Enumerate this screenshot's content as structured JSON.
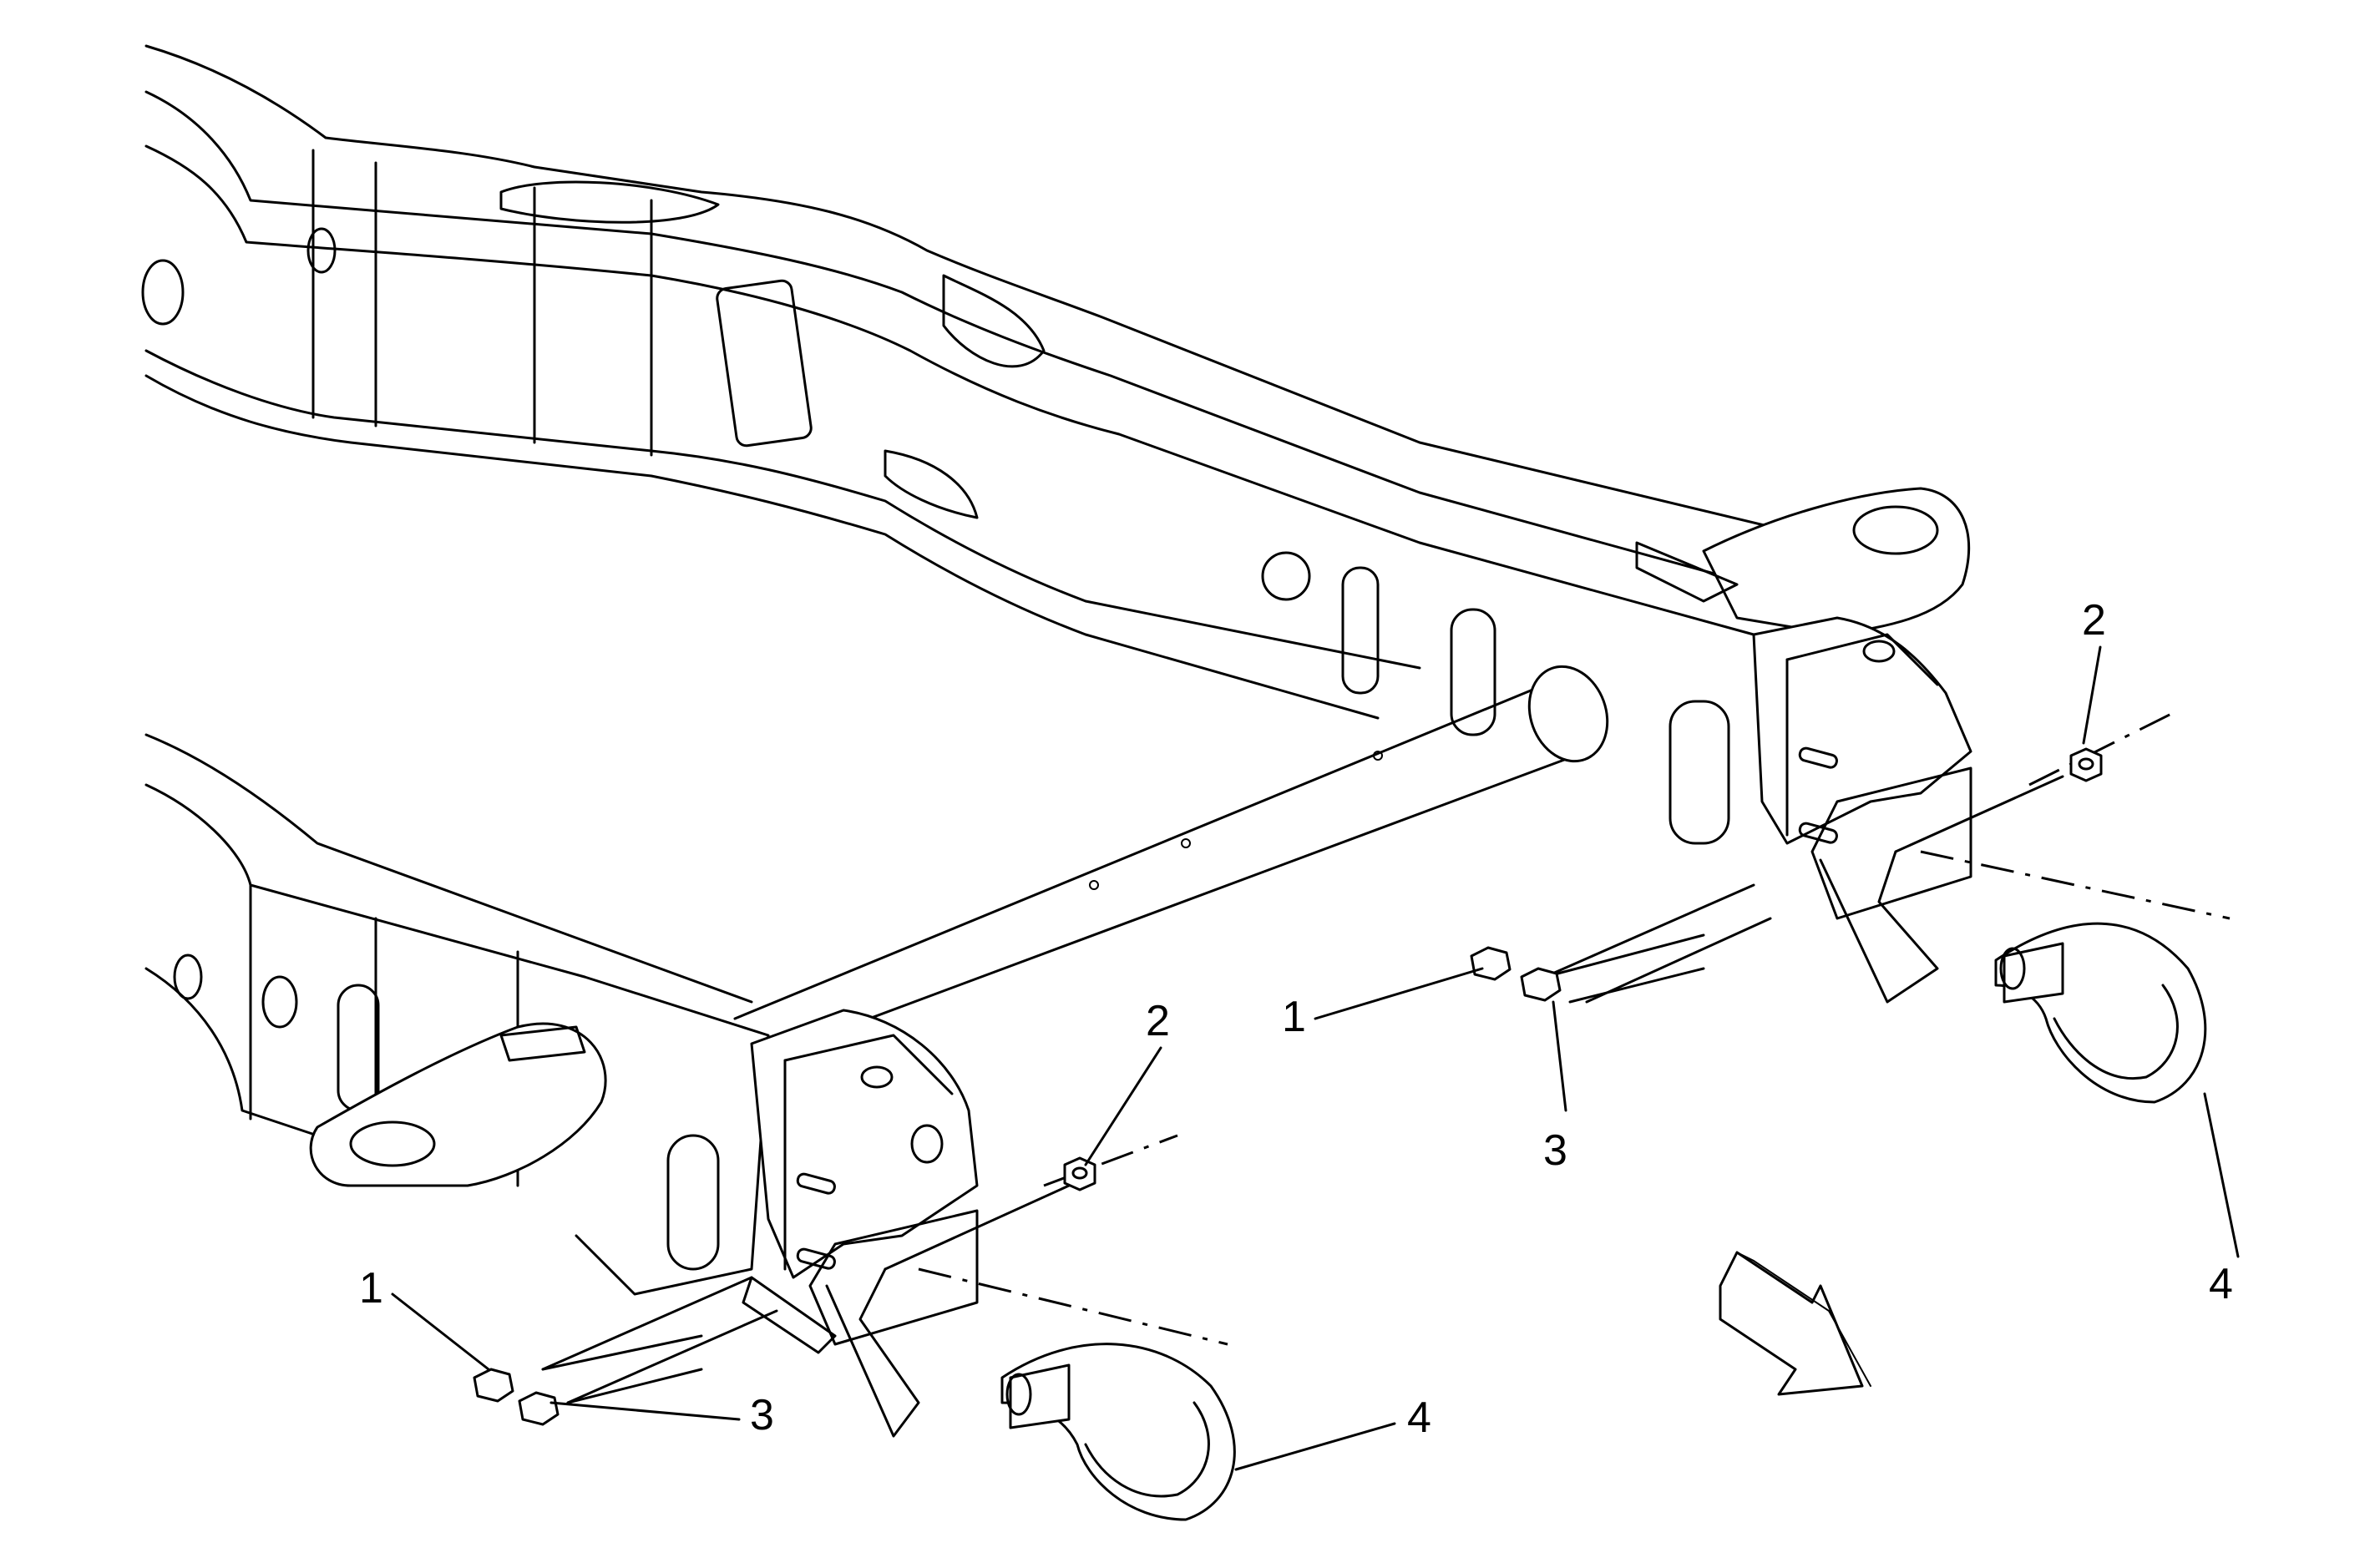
{
  "callouts": [
    {
      "id": "bolt-left",
      "label": "1"
    },
    {
      "id": "nut-left",
      "label": "2"
    },
    {
      "id": "bolt2-left",
      "label": "3"
    },
    {
      "id": "hook-left",
      "label": "4"
    },
    {
      "id": "bolt-right",
      "label": "1"
    },
    {
      "id": "nut-right",
      "label": "2"
    },
    {
      "id": "bolt2-right",
      "label": "3"
    },
    {
      "id": "hook-right",
      "label": "4"
    }
  ],
  "colors": {
    "line": "#000000",
    "fill": "#ffffff"
  }
}
